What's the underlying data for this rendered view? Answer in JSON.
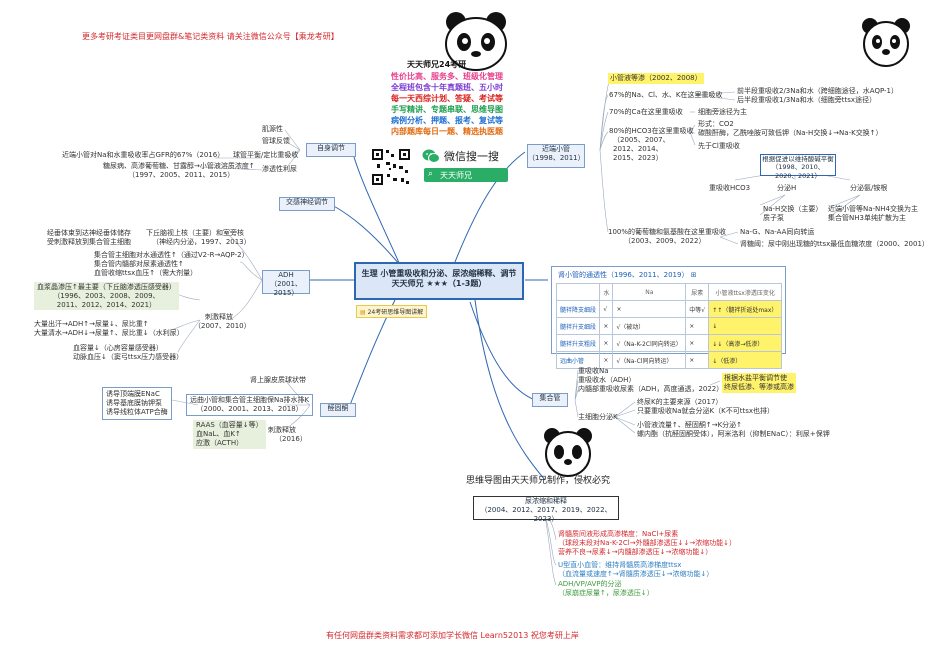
{
  "header": {
    "top_note": "更多考研考证类目更网盘群&笔记类资料 请关注微信公众号【乘龙考研】",
    "bottom_note": "有任何网盘群类资料需求都可添加学长微信 Learn52013 祝您考研上岸"
  },
  "promo": {
    "title": "天天师兄24考研",
    "lines": [
      "性价比高、服务多、班级化管理",
      "全程班包含十年真题班、五小时",
      "每一天西综计划、答疑、考试等",
      "手写精讲、专题串联、思维导图",
      "病例分析、押题、报考、复试等",
      "内部题库每日一题、精选执医题"
    ],
    "line_colors": [
      "#e83e8c",
      "#7b3fd1",
      "#d8211d",
      "#1f9e4f",
      "#1f6fd0",
      "#e06b12"
    ],
    "wechat_text": "微信搜一搜",
    "search_text": "天天师兄"
  },
  "center": {
    "line1": "生理 小管重吸收和分泌、尿浓缩稀释、调节",
    "line2": "天天师兄 ★★★（1-3题）",
    "sub_link": "24考研思维导图讲解"
  },
  "self_regulation": {
    "label": "自身调节",
    "items": [
      "肌源性",
      "管球反馈",
      "球管平衡/定比重吸收",
      "渗透性利尿"
    ],
    "note1": "近端小管对Na和水重吸收率占GFR的67%（2016）",
    "note2": "糖尿病、高渗葡萄糖、甘露醇→小管液溶质浓度↑",
    "note3": "（1997、2005、2011、2015）"
  },
  "neural": {
    "label": "交感神经调节"
  },
  "adh": {
    "label": "ADH",
    "years": "（2001、2015）",
    "release_line1": "经垂体束到达神经垂体储存",
    "release_line2": "受刺激释放到集合管主细胞",
    "hypo_line1": "下丘脑视上核（主要）和室旁核",
    "hypo_line2": "（神经内分泌，1997、2013）",
    "cells": [
      "集合管主细胞对水通透性↑（通过V2-R→AQP-2）",
      "集合管内髓部对尿素通透性↑",
      "血管收缩ttsx血压↑（需大剂量）"
    ],
    "stim_label": "刺激释放",
    "stim_years": "（2007、2010）",
    "osm_line1": "血浆晶渗压↑最主要（下丘脑渗透压感受器）",
    "osm_line2": "（1996、2003、2008、2009、",
    "osm_line3": "2011、2012、2014、2021）",
    "sweat_line1": "大量出汗→ADH↑→尿量↓、尿比重↑",
    "sweat_line2": "大量清水→ADH↓→尿量↑、尿比重↓（水利尿）",
    "vol_line1": "血容量↓（心房容量感受器）",
    "vol_line2": "动脉血压↓（窦弓ttsx压力感受器）"
  },
  "aldo": {
    "label": "醛固酮",
    "source": "肾上腺皮质球状带",
    "effects": [
      "诱导顶端膜ENaC",
      "诱导基底膜钠钾泵",
      "诱导线粒体ATP合酶"
    ],
    "main_line1": "远曲小管和集合管主细胞保Na排水排K",
    "main_line2": "（2000、2001、2013、2018）",
    "stim_label": "刺激释放",
    "stim_years": "（2016）",
    "stim_items": [
      "RAAS（血容量↓等）",
      "血NaL、血K↑",
      "应激（ACTH）"
    ]
  },
  "proximal": {
    "label": "近端小管",
    "years": "（1998、2011）",
    "top_label": "小管液等渗（2002、2008）",
    "line_67": "67%的Na、Cl、水、K在这里重吸收",
    "first_half": "前半段重吸收2/3Na和水（跨细胞途径，水AQP-1）",
    "second_half": "后半段重吸收1/3Na和水（细胞旁ttsx途径）",
    "ca_line": "70%的Ca在这里重吸收",
    "ca_route": "细胞旁途径为主",
    "hco3_line": "80%的HCO3在这里重吸收",
    "hco3_years1": "（2005、2007、",
    "hco3_years2": "2012、2014、",
    "hco3_years3": "2015、2023）",
    "form": "形式：CO2",
    "ca_enzyme": "碳酸酐酶，乙酰唑胺可致低钾（Na-H交换↓→Na-K交换↑）",
    "first_h": "先于Cl重吸收",
    "ph_box_line1": "根据促进以维持酸碱平衡",
    "ph_box_line2": "（1998、2010、2020、2021）",
    "sub_hco3": "重吸收HCO3",
    "sub_h": "分泌H",
    "sub_nh3": "分泌氨/铵根",
    "na_h": "Na-H交换（主要）",
    "proton_pump": "质子泵",
    "nh4": "近端小管等Na-NH4交换为主",
    "nh3_cd": "集合管NH3单纯扩散为主",
    "glucose_line1": "100%的葡萄糖和氨基酸在这里重吸收",
    "glucose_line2": "（2003、2009、2022）",
    "na_g": "Na-G、Na-AA同向转运",
    "renal_thresh": "肾糖阈：尿中刚出现糖的ttsx最低血糖浓度（2000、2001）"
  },
  "permeability": {
    "title": "肾小管的通透性（1996、2011、2019）",
    "headers": [
      "",
      "水",
      "Na",
      "尿素",
      "小管液ttsx渗透压变化"
    ],
    "rows": [
      [
        "髓袢降支细段",
        "√",
        "×",
        "中等√",
        "↑↑（髓袢折返处max）"
      ],
      [
        "髓袢升支细段",
        "×",
        "√（被动）",
        "×",
        "↓"
      ],
      [
        "髓袢升支粗段",
        "×",
        "√（Na-K-2Cl同向转运）",
        "×",
        "↓↓（高渗→低渗）"
      ],
      [
        "远曲小管",
        "×",
        "√（Na-Cl同向转运）",
        "×",
        "↓（低渗）"
      ]
    ]
  },
  "collecting": {
    "label": "集合管",
    "reabs_na": "重吸收Na",
    "reabs_water": "重吸收水（ADH）",
    "inner_urea": "内髓部重吸收尿素（ADH，高度通透，2022）",
    "note_line1": "根据水盐平衡调节使",
    "note_line2": "终尿低渗、等渗或高渗",
    "k_label": "主细胞分泌K",
    "k1": "终尿K的主要来源（2017）",
    "k2": "只要重吸收Na就会分泌K（K不可ttsx也排）",
    "k3": "小管液流量↑、醛固酮↑→K分泌↑",
    "k4": "螺内酯（抗醛固酮受体），阿米洛利（抑制ENaC）：利尿+保钾"
  },
  "credit": "思维导图由天天师兄制作，侵权必究",
  "concentration": {
    "title": "尿浓缩和稀释",
    "years": "（2004、2012、2017、2019、2022、2023）",
    "red_lines": [
      "肾髓质间液形成高渗梯度：NaCl+尿素",
      "（球段末段对Na-K-2Cl→外髓部渗透压↓↓→浓缩功能↓）",
      "营养不良→尿素↓→内髓部渗透压↓→浓缩功能↓）"
    ],
    "blue_lines": [
      "U型直小血管：维持肾髓质高渗梯度ttsx",
      "（血流量或速度↑→肾髓质渗透压↓→浓缩功能↓）"
    ],
    "green_lines": [
      "ADH/VP/AVP的分泌",
      "（尿崩症尿量↑，尿渗透压↓）"
    ]
  }
}
